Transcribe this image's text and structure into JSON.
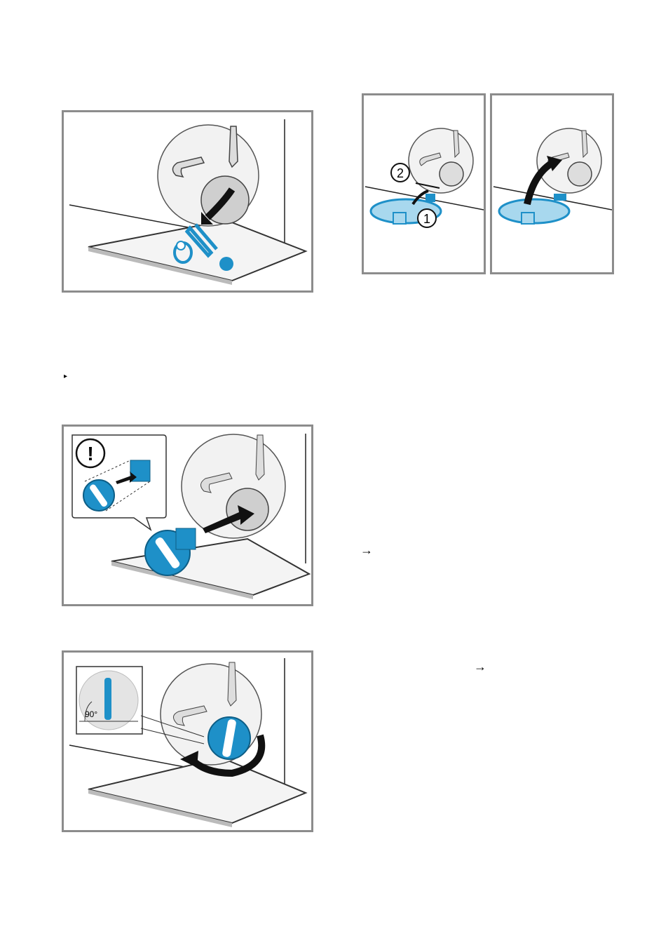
{
  "page": {
    "bullet_marker": "▸",
    "arrow_marker_1": "→",
    "arrow_marker_2": "→"
  },
  "figure_remove_cap": {
    "callout_1": "1",
    "callout_2": "2"
  },
  "figure_turn_cap": {
    "angle_label": "90°"
  },
  "figure_insert_filter": {
    "warning_symbol": "!"
  },
  "colors": {
    "frame": "#8c8c8c",
    "blue": "#1e90c8",
    "light_blue": "#a8d8ee",
    "grey_fill": "#d4d4d4",
    "circle_bg": "#f2f2f2"
  }
}
